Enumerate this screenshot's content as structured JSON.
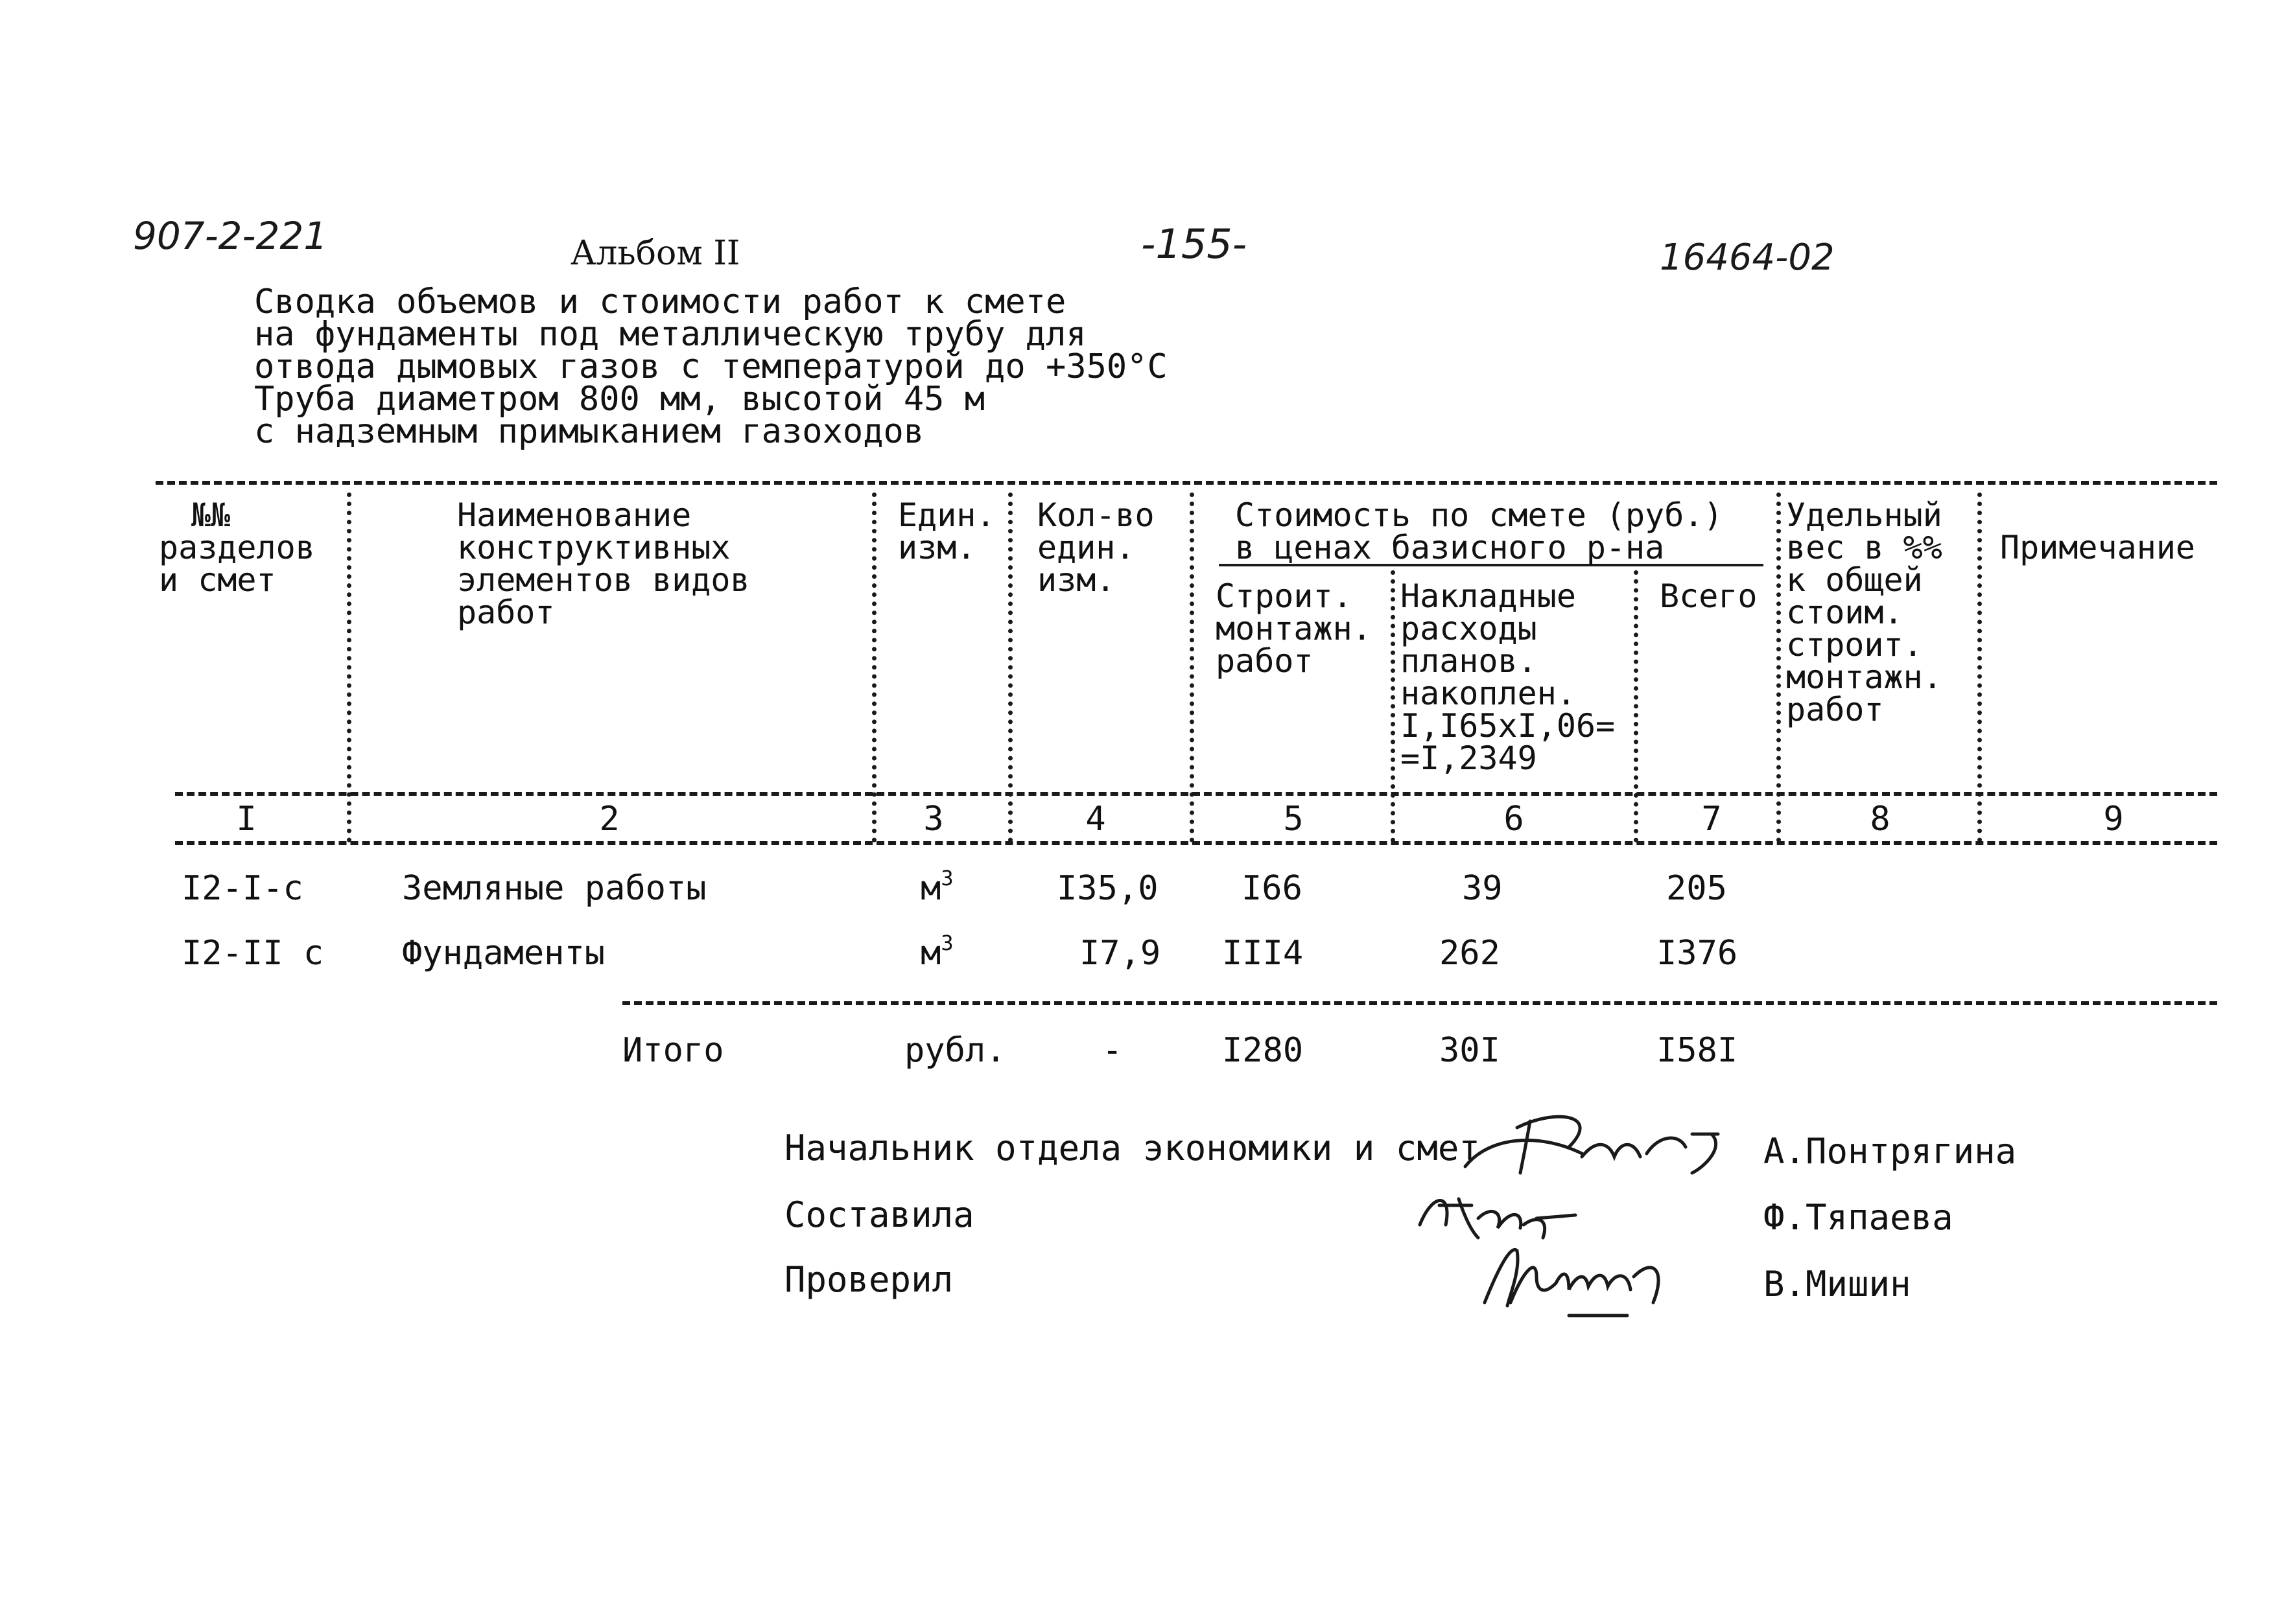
{
  "header": {
    "doc_code": "907-2-221",
    "album": "Альбом II",
    "page_number": "-155-",
    "inventory_number": "16464-02"
  },
  "title_lines": [
    "Сводка объемов и стоимости работ к смете",
    "на фундаменты под металлическую трубу для",
    "отвода дымовых газов с температурой до +350°C",
    "Труба диаметром 800 мм, высотой 45 м",
    "с надземным примыканием газоходов"
  ],
  "columns": {
    "c1": [
      "№№",
      "разделов",
      "и смет"
    ],
    "c2": [
      "Наименование",
      "конструктивных",
      "элементов видов",
      "работ"
    ],
    "c3": [
      "Един.",
      "изм."
    ],
    "c4": [
      "Кол-во",
      "един.",
      "изм."
    ],
    "cost_group": [
      "Стоимость по смете (руб.)",
      "в ценах базисного р-на"
    ],
    "c5": [
      "Строит.",
      "монтажн.",
      "работ"
    ],
    "c6": [
      "Накладные",
      "расходы",
      "планов.",
      "накоплен.",
      "I,I65xI,06=",
      "=I,2349"
    ],
    "c7": [
      "Всего"
    ],
    "c8": [
      "Удельный",
      "вес в %%",
      "к общей",
      "стоим.",
      "строит.",
      "монтажн.",
      "работ"
    ],
    "c9": [
      "Примечание"
    ]
  },
  "column_numbers": [
    "I",
    "2",
    "3",
    "4",
    "5",
    "6",
    "7",
    "8",
    "9"
  ],
  "rows": [
    {
      "code": "I2-I-c",
      "name": "Земляные работы",
      "unit": "м",
      "unit_sup": "3",
      "qty": "I35,0",
      "smr": "I66",
      "overhead": "39",
      "total": "205"
    },
    {
      "code": "I2-II c",
      "name": "Фундаменты",
      "unit": "м",
      "unit_sup": "3",
      "qty": "I7,9",
      "smr": "III4",
      "overhead": "262",
      "total": "I376"
    }
  ],
  "total_row": {
    "label": "Итого",
    "unit": "рубл.",
    "qty": "-",
    "smr": "I280",
    "overhead": "30I",
    "total": "I58I"
  },
  "signatures": [
    {
      "role": "Начальник отдела экономики и смет",
      "name": "А.Понтрягина"
    },
    {
      "role": "Составила",
      "name": "Ф.Тяпаева"
    },
    {
      "role": "Проверил",
      "name": "В.Мишин"
    }
  ]
}
